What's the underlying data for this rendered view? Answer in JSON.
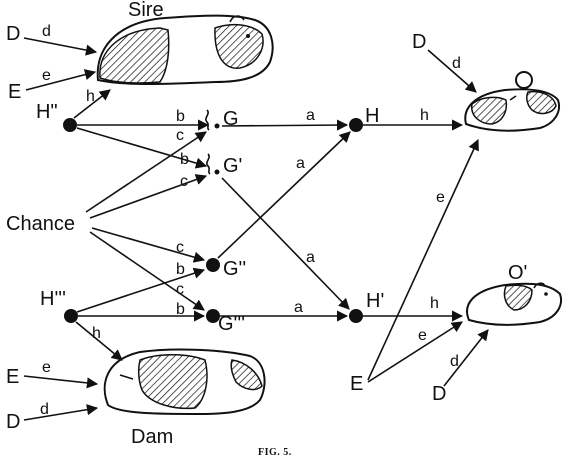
{
  "labels": {
    "sire": "Sire",
    "dam": "Dam",
    "chance": "Chance",
    "H_sire": "H\"",
    "H_dam": "H'''",
    "G": "G",
    "G1": "G'",
    "G2": "G''",
    "G3": "G'''",
    "H": "H",
    "H1": "H'",
    "O": "O",
    "O1": "O'",
    "D": "D",
    "E": "E"
  },
  "paths": {
    "a": "a",
    "b": "b",
    "c": "c",
    "d": "d",
    "e": "e",
    "h": "h"
  },
  "caption": "FIG. 5."
}
